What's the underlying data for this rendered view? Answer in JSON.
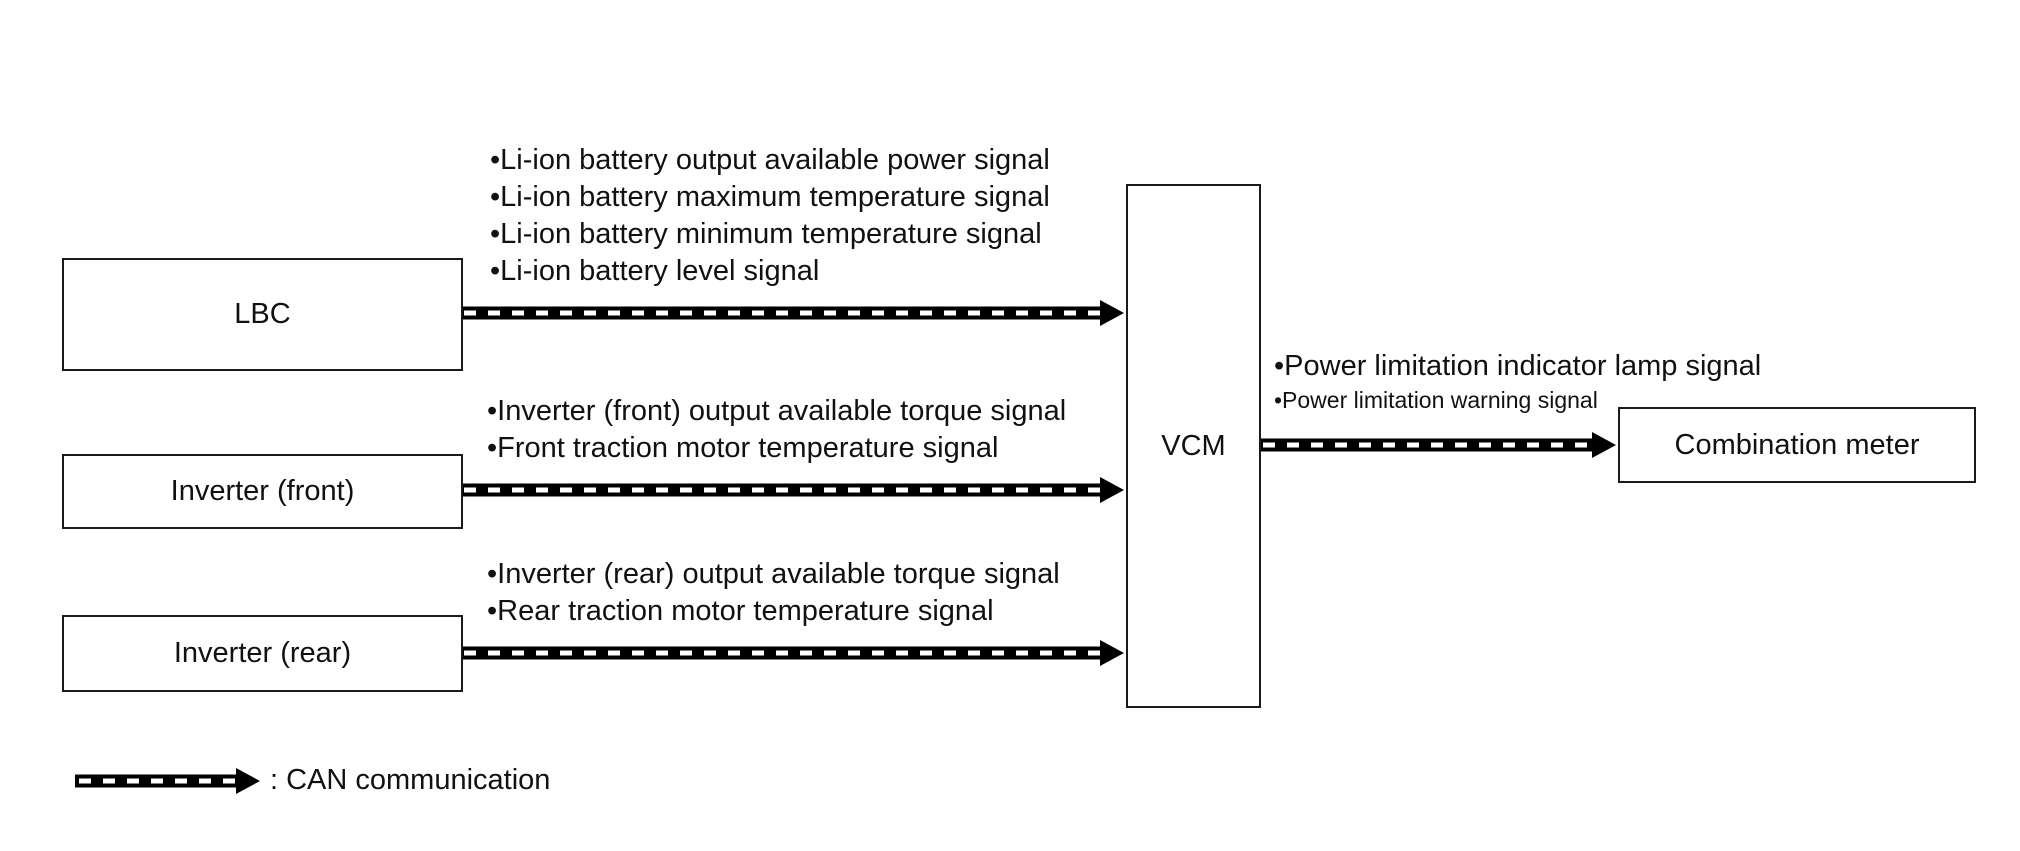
{
  "nodes": {
    "lbc": "LBC",
    "inverter_front": "Inverter (front)",
    "inverter_rear": "Inverter (rear)",
    "vcm": "VCM",
    "combination_meter": "Combination meter"
  },
  "signals": {
    "lbc_to_vcm": [
      "•Li-ion battery output available power signal",
      "•Li-ion battery maximum temperature signal",
      "•Li-ion battery minimum temperature signal",
      "•Li-ion battery level signal"
    ],
    "front_to_vcm": [
      "•Inverter (front) output available torque signal",
      "•Front traction motor temperature signal"
    ],
    "rear_to_vcm": [
      "•Inverter (rear) output available torque signal",
      "•Rear traction motor temperature signal"
    ],
    "vcm_to_meter": [
      "•Power limitation indicator lamp signal",
      "•Power limitation warning signal"
    ]
  },
  "legend": {
    "label": ": CAN communication"
  }
}
